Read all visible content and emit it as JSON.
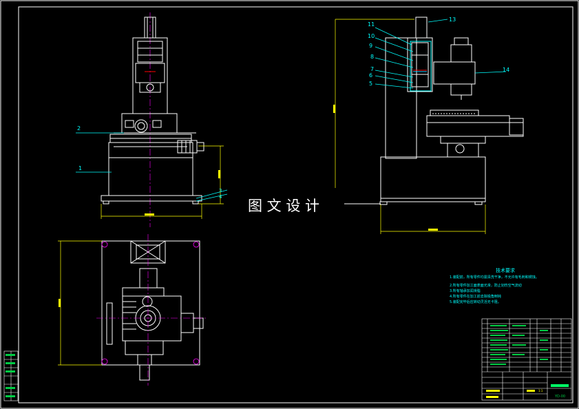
{
  "colors": {
    "background": "#000000",
    "line": "#ffffff",
    "dimension": "#ffff00",
    "leader": "#00ffff",
    "accent": "#ff00ff",
    "frame_cells": "#00cc44"
  },
  "watermark": "图 文 设 计",
  "callouts_right": {
    "n13": "13",
    "n11": "11",
    "n10": "10",
    "n9": "9",
    "n8": "8",
    "n7": "7",
    "n6a": "6",
    "n6b": "5",
    "n14": "14"
  },
  "callouts_left": {
    "n2": "2",
    "n1": "1",
    "n3": "3",
    "n4": "4"
  },
  "tech_notes": {
    "title": "技术要求",
    "lines": [
      "1.装配前，所有零件均需清洗干净，不允许有毛刺和锈蚀。",
      "2.所有零件加工面表面光滑，防止划伤空气流动",
      "3.所有轴承加润滑脂",
      "4.所有零件在加工前去除锐角倒钝",
      "5.装配完毕后应转动灵活无卡阻。"
    ]
  },
  "title_block": {
    "scale": "1:1",
    "sheet_code": "YD-00"
  }
}
